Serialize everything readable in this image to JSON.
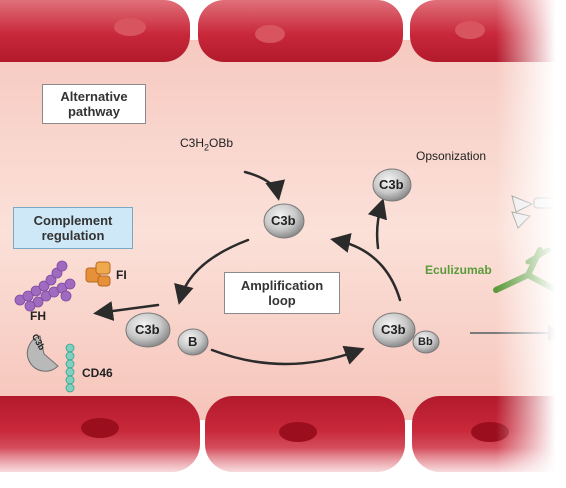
{
  "labels": {
    "alternative_pathway_line1": "Alternative",
    "alternative_pathway_line2": "pathway",
    "complement_regulation_line1": "Complement",
    "complement_regulation_line2": "regulation",
    "amplification_loop_line1": "Amplification",
    "amplification_loop_line2": "loop",
    "input_prefix": "C3H",
    "input_subscript": "2",
    "input_suffix": "OBb",
    "opsonization": "Opsonization",
    "eculizumab": "Eculizumab",
    "fi": "FI",
    "fh": "FH",
    "cd46": "CD46",
    "c3b_center": "C3b",
    "c3b_opsonized": "C3b",
    "c3b_left": "C3b",
    "factor_b": "B",
    "c3b_right": "C3b",
    "bb": "Bb",
    "c3b_regulated": "C3b"
  },
  "colors": {
    "vessel_wall": "#c8283a",
    "lumen_background": "#f9d6cc",
    "molecule_fill": "#c9c9c9",
    "eculizumab_text": "#5a9a3a",
    "fh_purple": "#a06ac0",
    "fi_orange": "#e6903a",
    "cd46_teal": "#7ed0c0",
    "regulation_box": "#cfe8f7",
    "arrow": "#2b2b2b"
  },
  "icons": [
    "fh-chain-icon",
    "fi-enzyme-icon",
    "cd46-receptor-icon",
    "eculizumab-antibody-icon",
    "c5-cleavage-icon"
  ]
}
